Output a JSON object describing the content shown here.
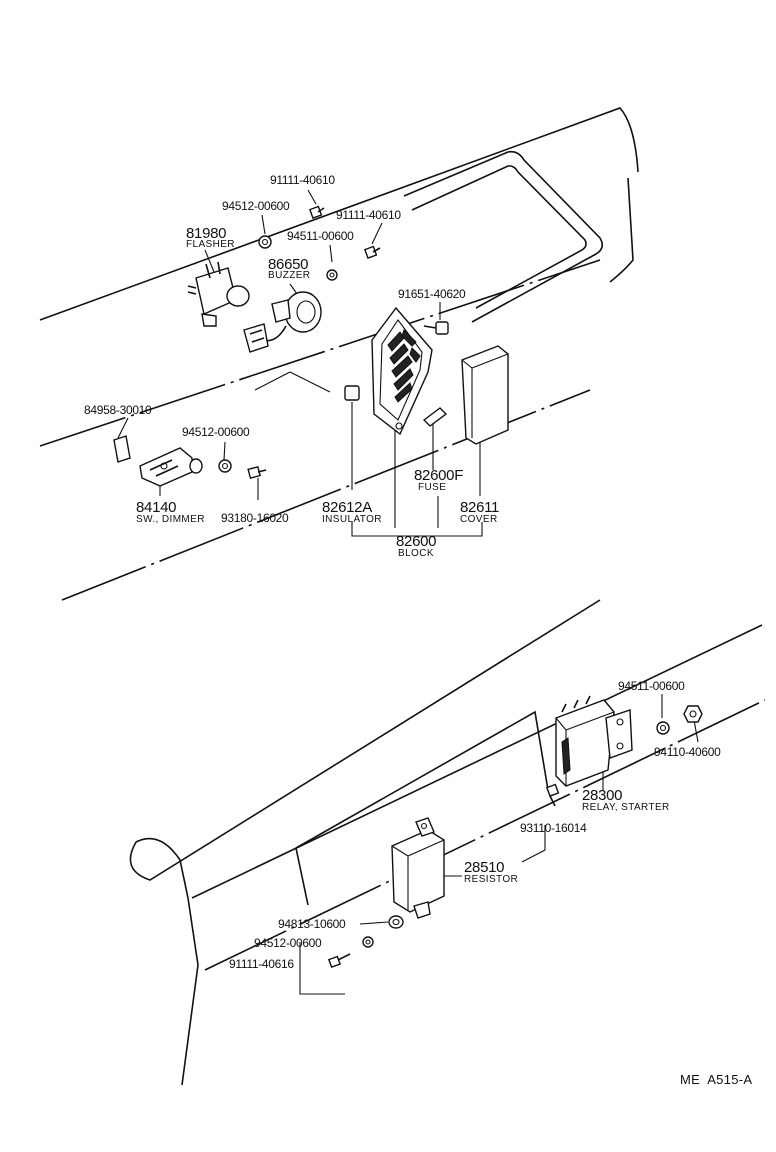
{
  "labels": {
    "p91111_40610_top": "91111-40610",
    "p94512_00600_top": "94512-00600",
    "p91111_40610_mid": "91111-40610",
    "p94511_00600_top": "94511-00600",
    "p81980": "81980",
    "n_flasher": "FLASHER",
    "p86650": "86650",
    "n_buzzer": "BUZZER",
    "p91651_40620": "91651-40620",
    "p84958_30010": "84958-30010",
    "p94512_00600_mid": "94512-00600",
    "p84140": "84140",
    "n_dimmer": "SW., DIMMER",
    "p93180_16020": "93180-16020",
    "p82612A": "82612A",
    "n_insulator": "INSULATOR",
    "p82600F": "82600F",
    "n_fuse": "FUSE",
    "p82611": "82611",
    "n_cover": "COVER",
    "p82600": "82600",
    "n_block": "BLOCK",
    "p94511_00600_bot": "94511-00600",
    "p94110_40600": "94110-40600",
    "p28300": "28300",
    "n_relay": "RELAY, STARTER",
    "p93110_16014": "93110-16014",
    "p28510": "28510",
    "n_resistor": "RESISTOR",
    "p94813_10600": "94813-10600",
    "p94512_00600_bot": "94512-00600",
    "p91111_40616": "91111-40616",
    "diagram_code": "ME  A515-A"
  }
}
